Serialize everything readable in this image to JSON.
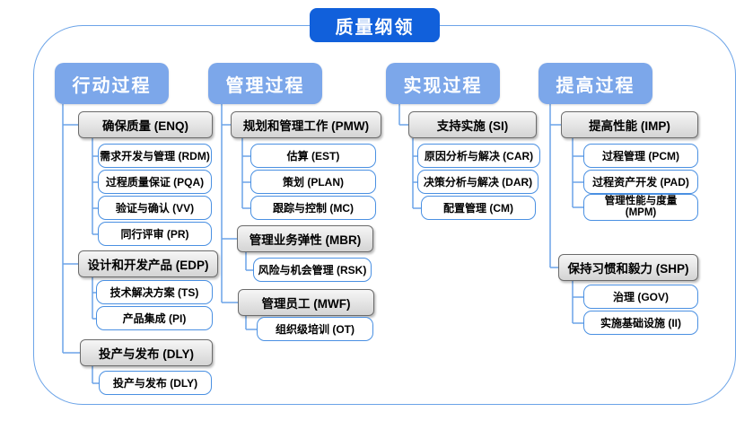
{
  "title": "质量纲领",
  "colors": {
    "title_bg": "#1160DB",
    "header_bg": "#7CA7EA",
    "connector": "#6CA4E8",
    "white_box_border": "#4A90E2",
    "gray_box_border": "#6B6B6B",
    "gray_box_fill_top": "#F6F6F6",
    "gray_box_fill_bottom": "#D4D4D4"
  },
  "columns": [
    {
      "header": "行动过程",
      "groups": [
        {
          "label": "确保质量 (ENQ)",
          "children": [
            "需求开发与管理 (RDM)",
            "过程质量保证 (PQA)",
            "验证与确认 (VV)",
            "同行评审 (PR)"
          ]
        },
        {
          "label": "设计和开发产品 (EDP)",
          "children": [
            "技术解决方案 (TS)",
            "产品集成 (PI)"
          ]
        },
        {
          "label": "投产与发布 (DLY)",
          "children": [
            "投产与发布 (DLY)"
          ]
        }
      ]
    },
    {
      "header": "管理过程",
      "groups": [
        {
          "label": "规划和管理工作 (PMW)",
          "children": [
            "估算 (EST)",
            "策划 (PLAN)",
            "跟踪与控制 (MC)"
          ]
        },
        {
          "label": "管理业务弹性 (MBR)",
          "children": [
            "风险与机会管理 (RSK)"
          ]
        },
        {
          "label": "管理员工 (MWF)",
          "children": [
            "组织级培训 (OT)"
          ]
        }
      ]
    },
    {
      "header": "实现过程",
      "groups": [
        {
          "label": "支持实施 (SI)",
          "children": [
            "原因分析与解决 (CAR)",
            "决策分析与解决 (DAR)",
            "配置管理 (CM)"
          ]
        }
      ]
    },
    {
      "header": "提高过程",
      "groups": [
        {
          "label": "提高性能 (IMP)",
          "children": [
            "过程管理 (PCM)",
            "过程资产开发 (PAD)",
            "管理性能与度量\n(MPM)"
          ]
        },
        {
          "label": "保持习惯和毅力 (SHP)",
          "children": [
            "治理 (GOV)",
            "实施基础设施 (II)"
          ]
        }
      ]
    }
  ]
}
